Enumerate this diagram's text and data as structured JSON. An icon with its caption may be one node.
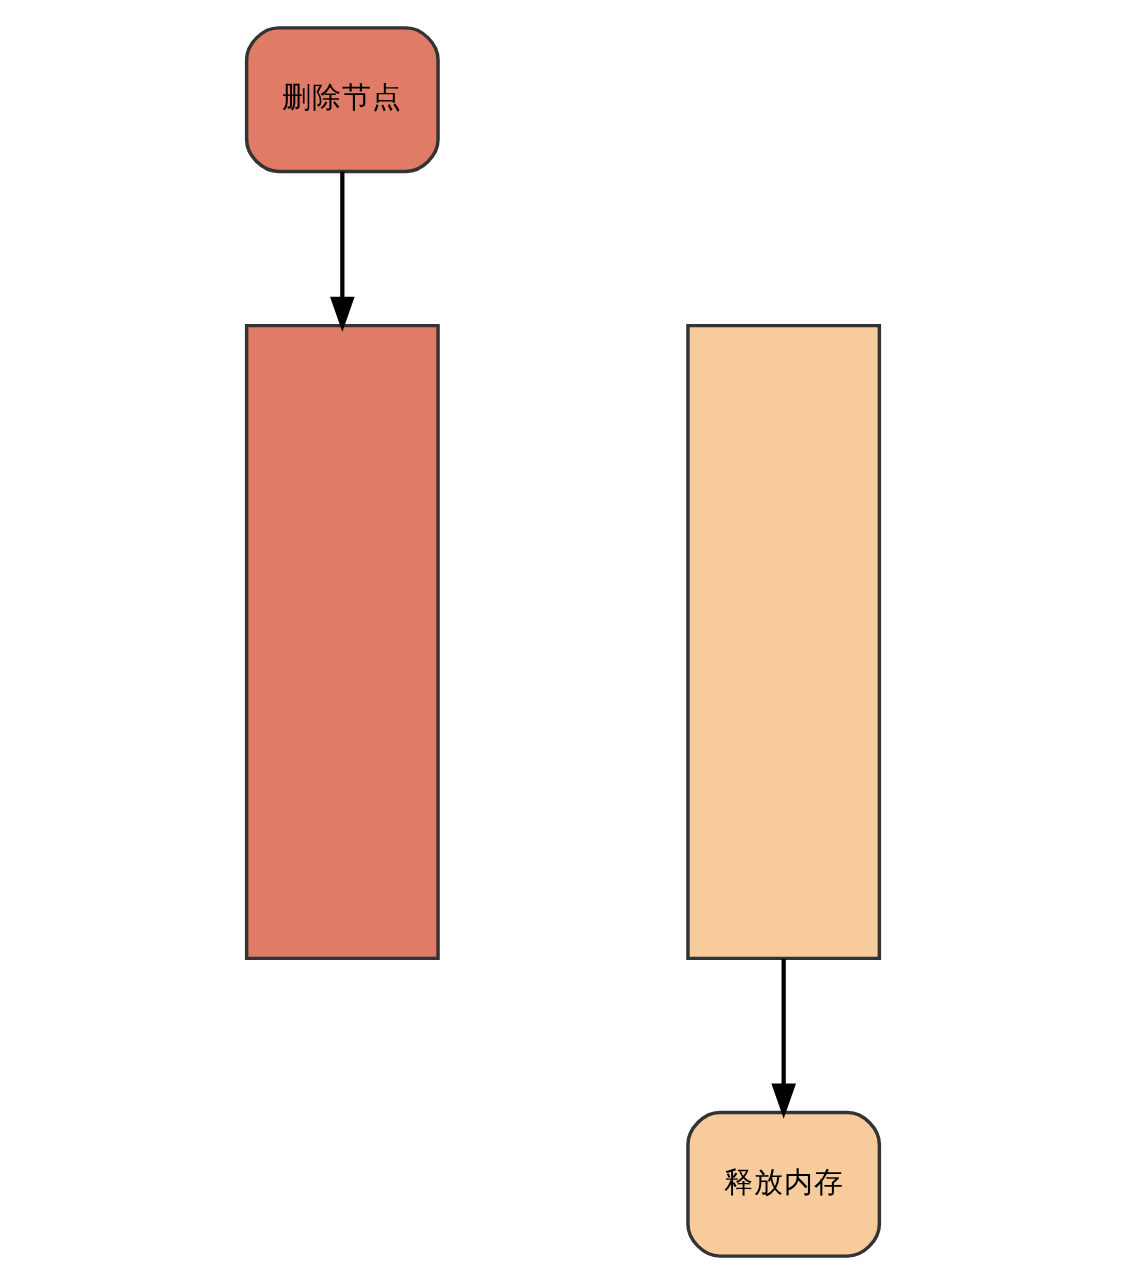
{
  "diagram": {
    "nodes": [
      {
        "text": [
          "删除节点"
        ]
      },
      {
        "text": [],
        "shape": "bar"
      },
      {
        "text": [],
        "shape": "bar"
      },
      {
        "text": [
          "释放内存"
        ]
      }
    ],
    "edges": [
      {
        "from": 0,
        "to": 1,
        "arrow": "to"
      },
      {
        "from": 2,
        "to": 3,
        "arrow": "to"
      }
    ]
  }
}
